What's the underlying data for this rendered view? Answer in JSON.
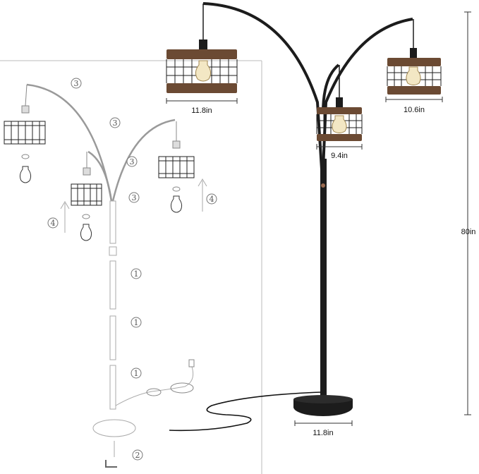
{
  "dimensions": {
    "shade_large": "11.8in",
    "shade_right": "10.6in",
    "shade_middle": "9.4in",
    "height": "80in",
    "base_width": "11.8in"
  },
  "steps": {
    "arm_connect": "3",
    "lift": "4",
    "pole_join": "1",
    "base_screw": "2"
  },
  "colors": {
    "metal": "#1c1c1c",
    "wood": "#6b4a33",
    "diagram_line": "#888888"
  }
}
